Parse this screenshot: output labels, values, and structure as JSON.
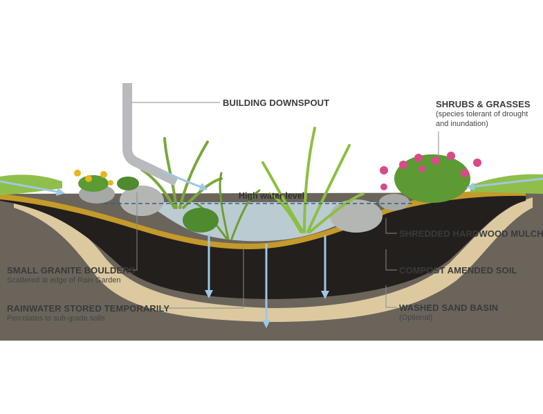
{
  "labels": {
    "downspout": {
      "title": "BUILDING DOWNSPOUT"
    },
    "shrubs": {
      "title": "SHRUBS & GRASSES",
      "sub1": "(species tolerant of drought",
      "sub2": "and inundation)"
    },
    "high_water": {
      "title": "High water level"
    },
    "mulch": {
      "title": "SHREDDED HARDWOOD MULCH"
    },
    "compost": {
      "title": "COMPOST AMENDED SOIL"
    },
    "sand": {
      "title": "WASHED SAND BASIN",
      "sub1": "(Optional)"
    },
    "boulders": {
      "title": "SMALL GRANITE BOULDERS",
      "sub1": "Scattered at edge of Rain Garden"
    },
    "rainwater": {
      "title": "RAINWATER STORED TEMPORARILY",
      "sub1": "Percolates to sub-grade soils"
    }
  },
  "colors": {
    "subsoil": "#6b645b",
    "sand": "#dcc9a0",
    "compost": "#231f1c",
    "mulch": "#c49a2a",
    "water": "#c9dde8",
    "arrow": "#9ec7e4",
    "leader": "#9a9a9a",
    "plant": "#5c9a34",
    "flower": "#d94a8a",
    "boulder": "#b4b6b3"
  }
}
